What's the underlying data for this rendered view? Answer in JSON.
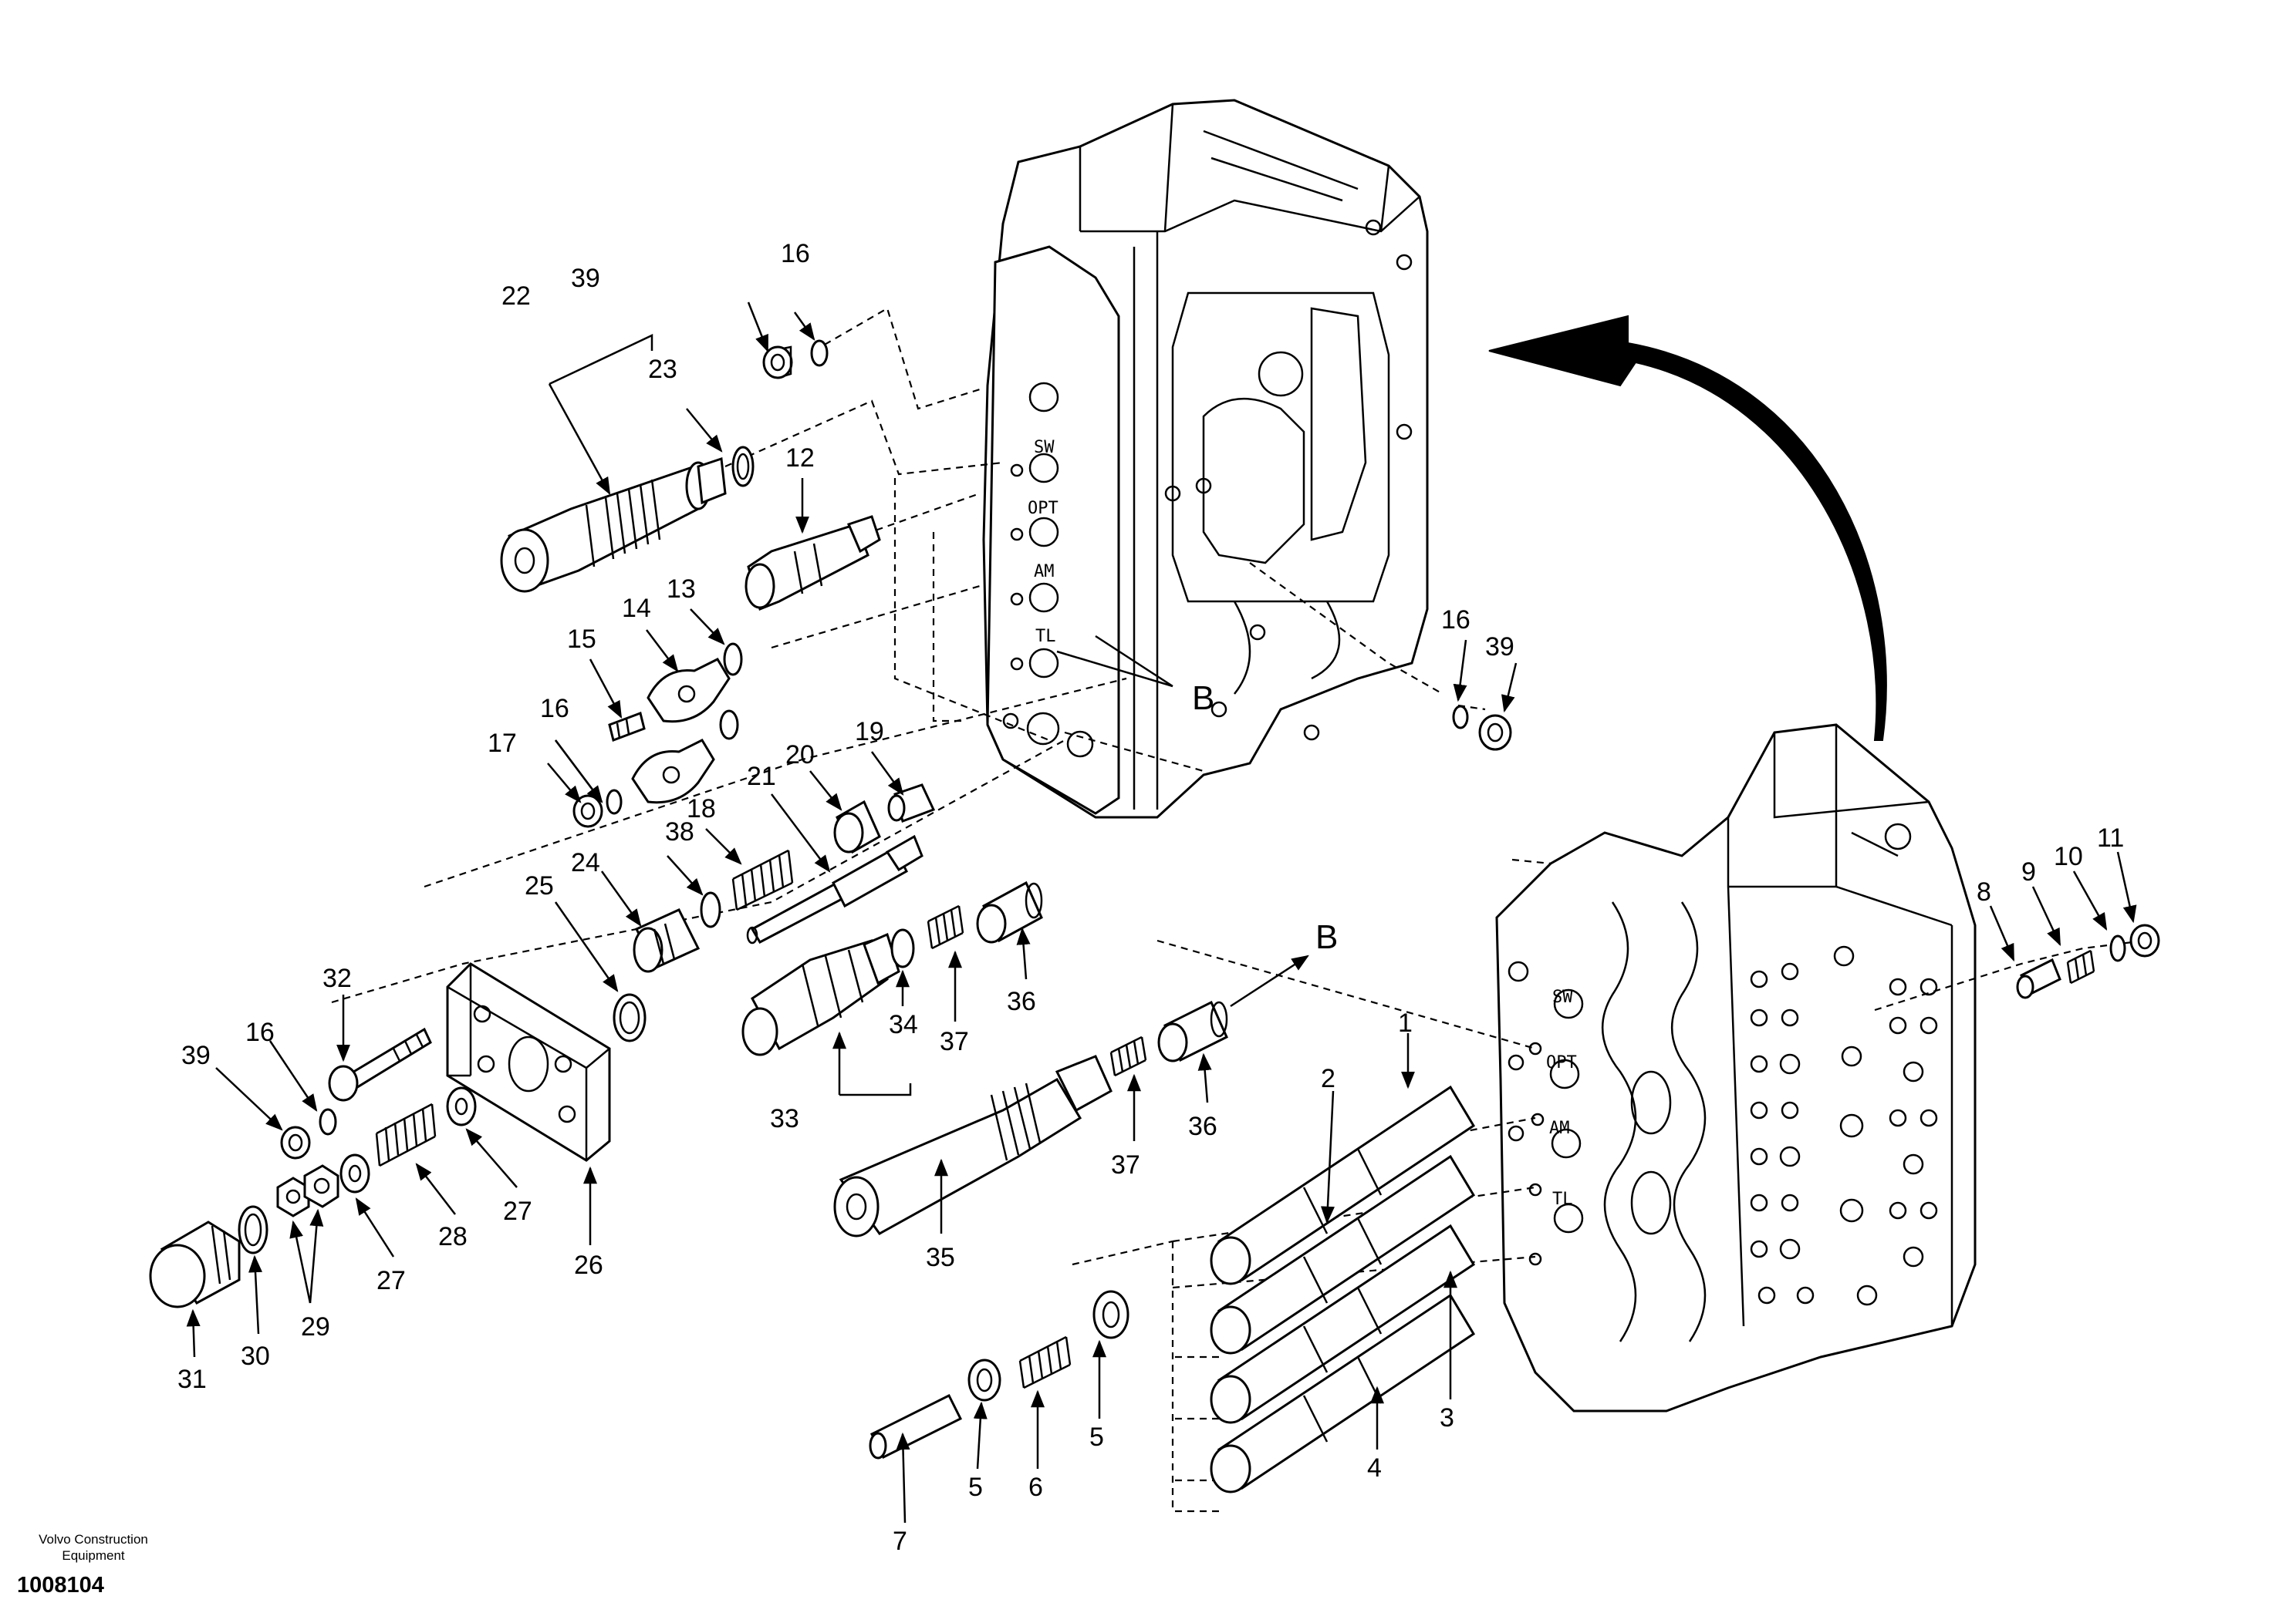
{
  "credit": {
    "line1": "Volvo Construction",
    "line2": "Equipment"
  },
  "document_number": "1008104",
  "callouts": [
    "1",
    "2",
    "3",
    "4",
    "5",
    "6",
    "7",
    "8",
    "9",
    "10",
    "11",
    "12",
    "13",
    "14",
    "15",
    "16",
    "17",
    "18",
    "19",
    "20",
    "21",
    "22",
    "23",
    "24",
    "25",
    "26",
    "27",
    "28",
    "29",
    "30",
    "31",
    "32",
    "33",
    "34",
    "35",
    "36",
    "37",
    "38",
    "39"
  ],
  "view_marker": "B",
  "port_labels": [
    "SW",
    "OPT",
    "AM",
    "TL"
  ]
}
